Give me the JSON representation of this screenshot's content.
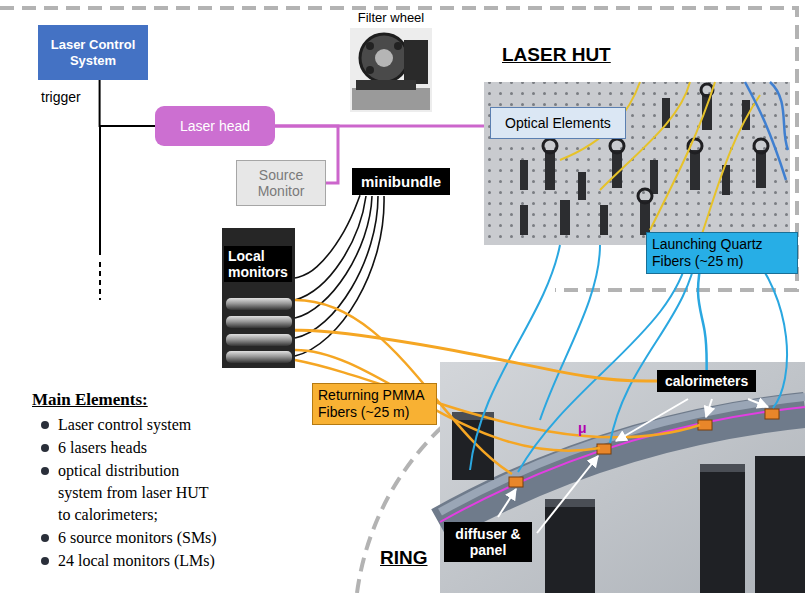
{
  "diagram": {
    "nodes": [
      {
        "text": [
          "Laser Control System"
        ]
      },
      {
        "text": [
          "Laser head"
        ]
      },
      {
        "text": [
          "Source Monitor"
        ]
      },
      {
        "text": [
          "Filter wheel"
        ]
      },
      {
        "text": [
          "Optical Elements"
        ]
      },
      {
        "text": [
          "minibundle"
        ]
      },
      {
        "text": [
          "Local monitors"
        ]
      },
      {
        "text": [
          "calorimeters"
        ]
      },
      {
        "text": [
          "diffuser & panel"
        ]
      }
    ],
    "edges": [
      {
        "from": 0,
        "to": 1,
        "label": "trigger",
        "arrow": "none"
      },
      {
        "from": 1,
        "to": 4,
        "arrow": "none"
      },
      {
        "from": 1,
        "to": 2,
        "arrow": "none"
      },
      {
        "from": 5,
        "to": 6,
        "arrow": "none"
      },
      {
        "from": 4,
        "to": 7,
        "label": "Launching Quartz Fibers (~25 m)",
        "arrow": "none"
      },
      {
        "from": 7,
        "to": 6,
        "label": "Returning PMMA Fibers (~25 m)",
        "arrow": "none"
      }
    ],
    "labels": [
      "LASER HUT",
      "Main Elements:",
      "Laser control system",
      "6 lasers heads",
      "optical distribution system from laser HUT to calorimeters;",
      "6 source monitors (SMs)",
      "24 local monitors (LMs)",
      "RING",
      "μ"
    ]
  }
}
